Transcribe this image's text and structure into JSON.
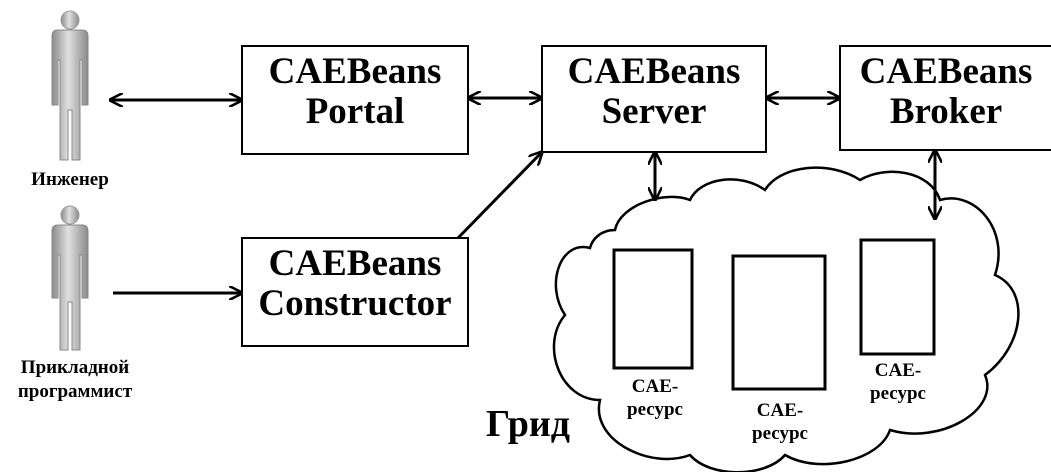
{
  "boxes": {
    "portal": {
      "line1": "CAEBeans",
      "line2": "Portal"
    },
    "server": {
      "line1": "CAEBeans",
      "line2": "Server"
    },
    "broker": {
      "line1": "CAEBeans",
      "line2": "Broker"
    },
    "constructor": {
      "line1": "CAEBeans",
      "line2": "Constructor"
    }
  },
  "actors": {
    "engineer": {
      "label": "Инженер"
    },
    "programmer": {
      "line1": "Прикладной",
      "line2": "программист"
    }
  },
  "grid": {
    "label": "Грид"
  },
  "resources": [
    {
      "line1": "CAE-",
      "line2": "ресурс"
    },
    {
      "line1": "CAE-",
      "line2": "ресурс"
    },
    {
      "line1": "CAE-",
      "line2": "ресурс"
    }
  ],
  "colors": {
    "stroke": "#000000",
    "fill": "#ffffff",
    "actor_dark": "#808080",
    "actor_light": "#d9d9d9"
  }
}
